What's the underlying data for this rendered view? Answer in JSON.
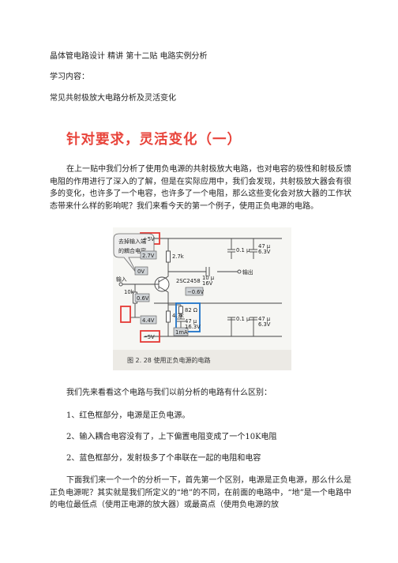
{
  "doc": {
    "title_line": "晶体管电路设计 精讲 第十二贴 电路实例分析",
    "study_label": "学习内容：",
    "topic": "常见共射极放大电路分析及灵活变化",
    "heading": "针对要求，灵活变化（一）",
    "intro": "在上一贴中我们分析了使用负电源的共射极放大电路，也对电容的极性和射极反馈电阻的作用进行了深入的了解，但是在实际应用中，我们会发现，共射极放大器会有很多的变化，也许多了一个电容，也许多了一个电阻，那么这些变化会对放大器的工作状态带来什么样的影响呢？我们来看今天的第一个例子，使用正负电源的电路。",
    "compare_intro": "我们先来看看这个电路与我们以前分析的电路有什么区别：",
    "item1": "1、红色框部分，电源是正负电源。",
    "item2": "2、输入耦合电容没有了，上下偏置电阻变成了一个10K电阻",
    "item3": "2、蓝色框部分，发射极多了个串联在一起的电阻和电容",
    "analysis": "下面我们来一个一个的分析一下，首先第一个区别，电源是正负电源，那么什么是正负电源呢？其实就是我们所定义的“地”的不同，在前面的电路中，“地”是一个电路中的电位最低点（使用正电源的放大器）或最高点（使用负电源的放"
  },
  "figure": {
    "callout": [
      "去掉输入端",
      "的耦合电容"
    ],
    "plus5v": "+5V",
    "minus5v": "−5V",
    "v27": "2.7V",
    "v0": "0V",
    "v06": "0.6V",
    "v44": "4.4V",
    "vneg06": "−0.6V",
    "r27k": "2.7k",
    "r10k": "10k",
    "r43k": "4.3k",
    "r82": "82 Ω",
    "c47_163": [
      "47 μ",
      "16.3V"
    ],
    "c10_16": [
      "10 μ",
      "16V"
    ],
    "c01a": "0.1 μ",
    "c01b": "0.1 μ",
    "c47a": [
      "47 μ",
      "6.3V"
    ],
    "c47b": [
      "47 μ",
      "6.3V"
    ],
    "transistor": "2SC2458",
    "input": "输入",
    "output": "输出",
    "i1ma": "1mA",
    "caption": "图 2. 28    使用正负电源的电路",
    "colors": {
      "red_box": "#e53935",
      "blue_box": "#1e73c8",
      "tag_fill": "#cfd3d6"
    }
  }
}
